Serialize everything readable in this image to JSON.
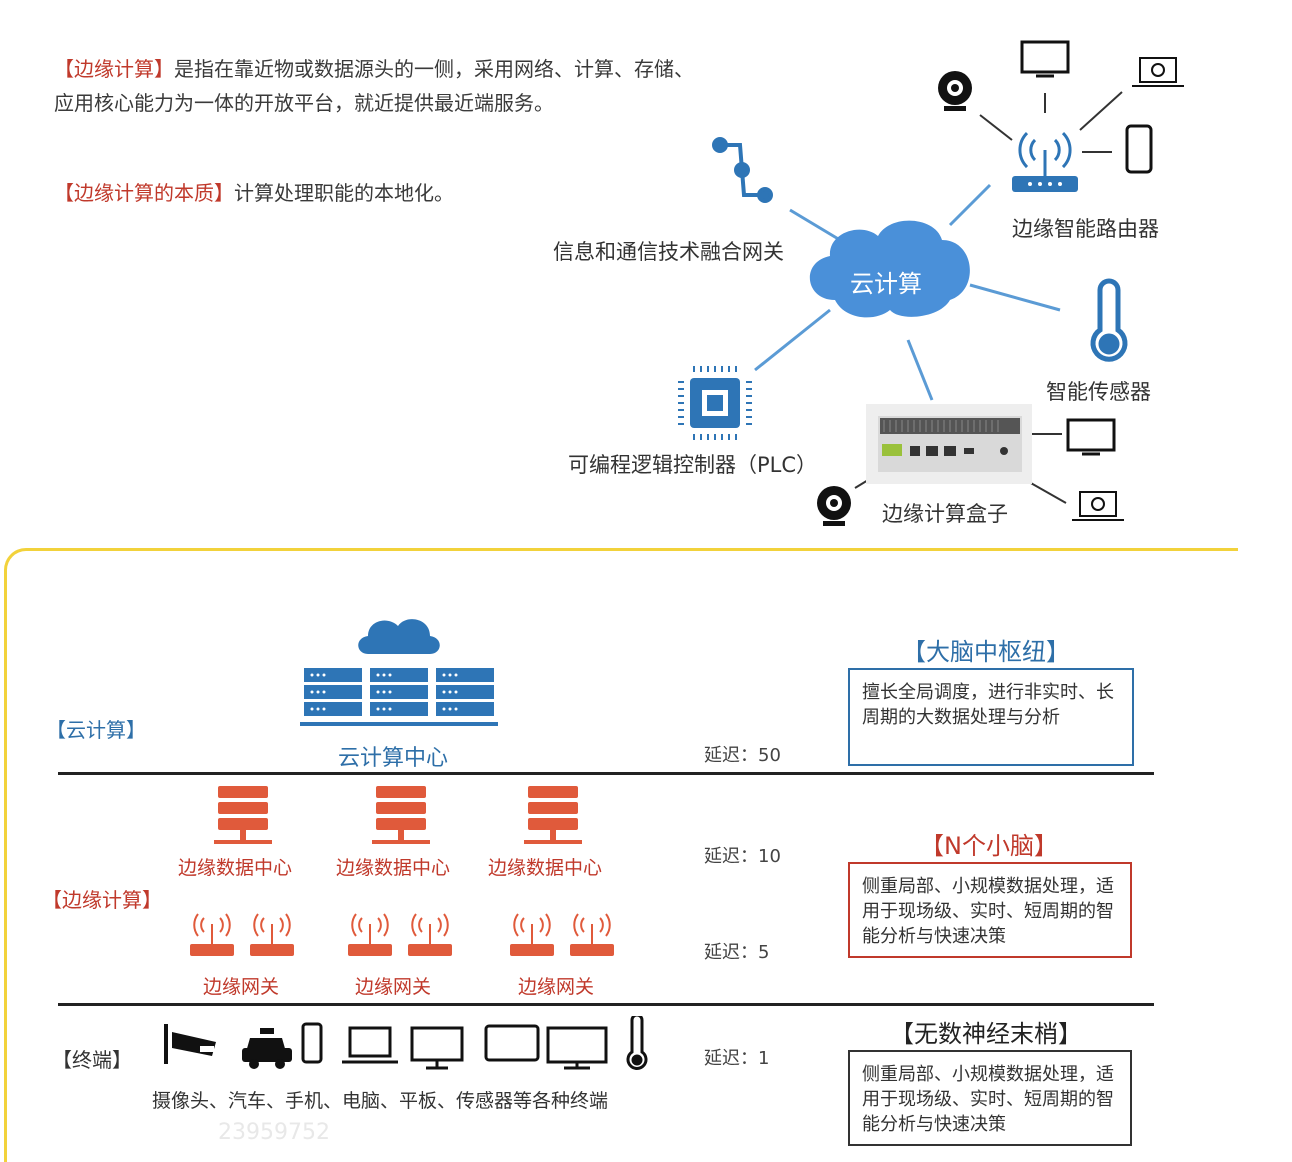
{
  "definitions": {
    "edge_tag": "【边缘计算】",
    "edge_text": "是指在靠近物或数据源头的一侧，采用网络、计算、存储、应用核心能力为一体的开放平台，就近提供最近端服务。",
    "essence_tag": "【边缘计算的本质】",
    "essence_text": "计算处理职能的本地化。"
  },
  "network": {
    "cloud": "云计算",
    "gateway": "信息和通信技术融合网关",
    "router": "边缘智能路由器",
    "sensor": "智能传感器",
    "plc": "可编程逻辑控制器（PLC）",
    "box": "边缘计算盒子"
  },
  "tiers": {
    "cloud": {
      "label": "【云计算】",
      "center": "云计算中心",
      "latency": "延迟：50",
      "title": "【大脑中枢纽】",
      "desc": "擅长全局调度，进行非实时、长周期的大数据处理与分析"
    },
    "edge": {
      "label": "【边缘计算】",
      "datacenters": [
        "边缘数据中心",
        "边缘数据中心",
        "边缘数据中心"
      ],
      "gateways": [
        "边缘网关",
        "边缘网关",
        "边缘网关"
      ],
      "latency_dc": "延迟：10",
      "latency_gw": "延迟：5",
      "title": "【N个小脑】",
      "desc": "侧重局部、小规模数据处理，适用于现场级、实时、短周期的智能分析与快速决策"
    },
    "terminal": {
      "label": "【终端】",
      "devices": "摄像头、汽车、手机、电脑、平板、传感器等各种终端",
      "latency": "延迟：1",
      "title": "【无数神经末梢】",
      "desc": "侧重局部、小规模数据处理，适用于现场级、实时、短周期的智能分析与快速决策"
    }
  },
  "watermark": "23959752",
  "colors": {
    "blue": "#2e6fa8",
    "red": "#c0392b",
    "cloud": "#4a90d9",
    "yellow": "#f2d23b"
  }
}
